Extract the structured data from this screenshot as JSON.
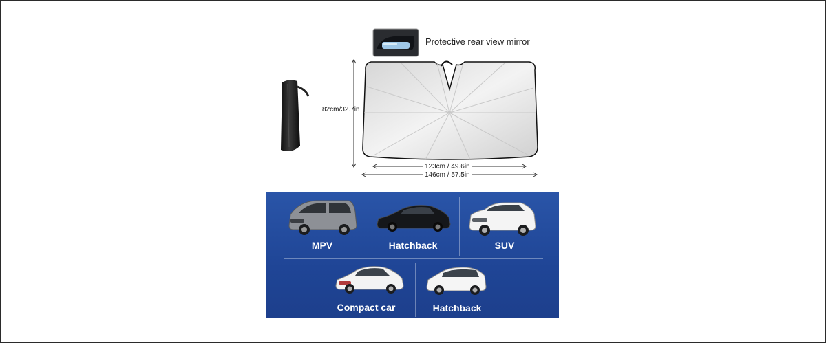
{
  "mirror_caption": "Protective rear view mirror",
  "dimensions": {
    "height": "82cm/32.7in",
    "inner_width": "123cm / 49.6in",
    "outer_width": "146cm / 57.5in"
  },
  "vehicle_types": [
    {
      "label": "MPV",
      "color": "#8d9096"
    },
    {
      "label": "Hatchback",
      "color": "#15171a"
    },
    {
      "label": "SUV",
      "color": "#f4f4f4"
    },
    {
      "label": "Compact car",
      "color": "#f3f3f3"
    },
    {
      "label": "Hatchback",
      "color": "#f5f5f5"
    }
  ],
  "colors": {
    "panel_blue": "#1f4596",
    "shade_silver": "#e6e6e6"
  }
}
